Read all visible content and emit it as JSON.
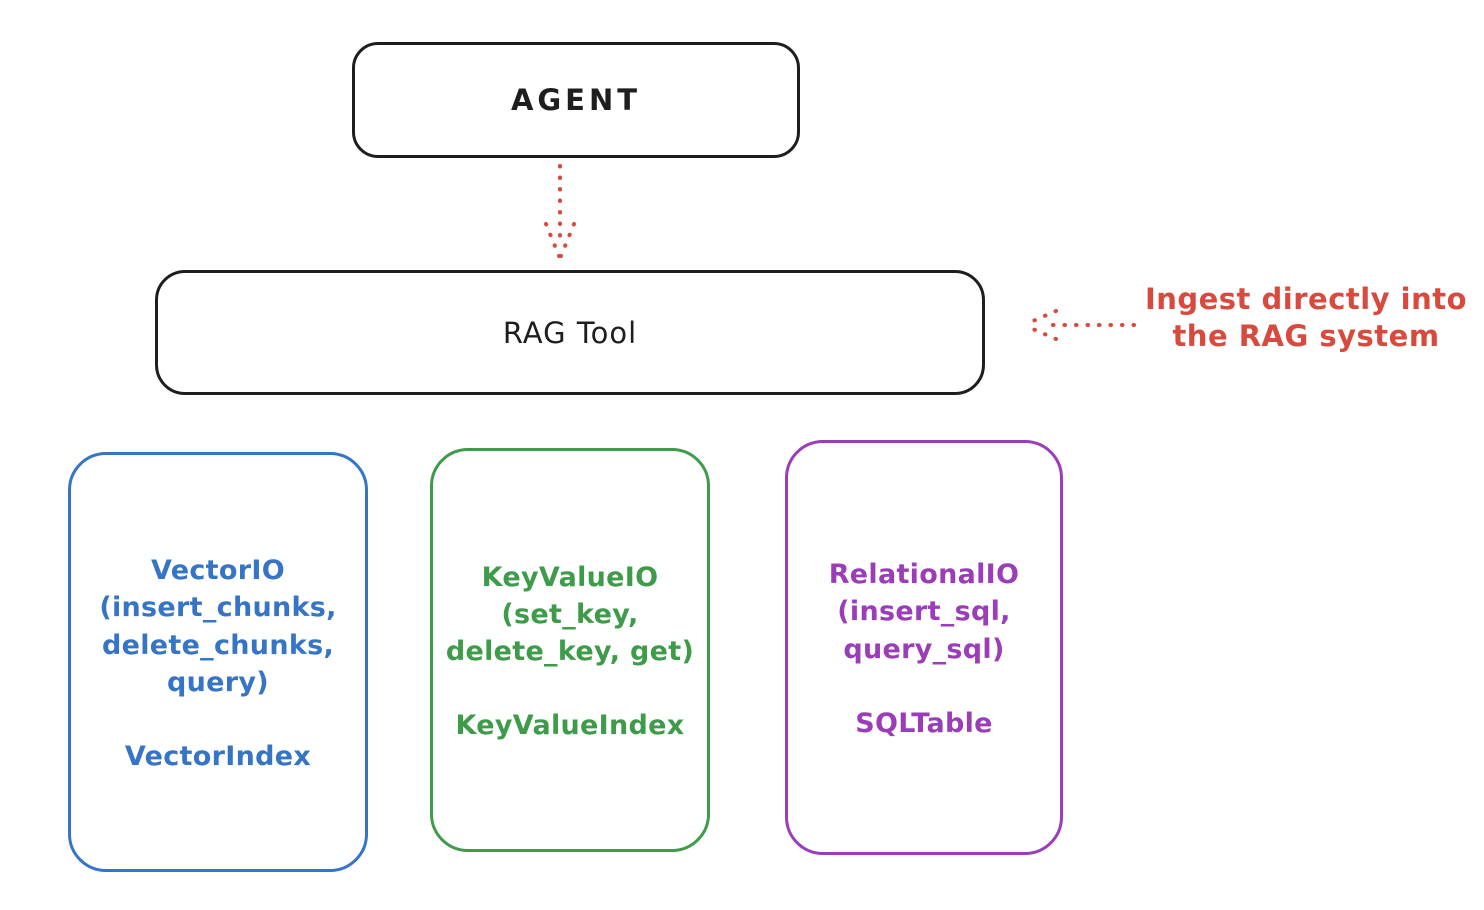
{
  "agent_box": {
    "label": "AGENT",
    "color": "#1e1e1e"
  },
  "rag_tool_box": {
    "label": "RAG Tool",
    "color": "#1e1e1e"
  },
  "ingest_annotation": {
    "line1": "Ingest directly into",
    "line2": "the RAG system",
    "color": "#d84a3e"
  },
  "arrows": {
    "agent_to_rag": {
      "style": "dotted",
      "color": "#d84a3e"
    },
    "annotation_to_rag": {
      "style": "dotted",
      "color": "#d84a3e"
    }
  },
  "backend_boxes": [
    {
      "id": "vector-io",
      "color": "#3674c6",
      "lines": [
        "VectorIO",
        "(insert_chunks,",
        "delete_chunks,",
        "query)"
      ],
      "index_label": "VectorIndex"
    },
    {
      "id": "key-value-io",
      "color": "#3e9b49",
      "lines": [
        "KeyValueIO",
        "(set_key,",
        "delete_key, get)"
      ],
      "index_label": "KeyValueIndex"
    },
    {
      "id": "relational-io",
      "color": "#9b3db8",
      "lines": [
        "RelationalIO",
        "(insert_sql,",
        "query_sql)"
      ],
      "index_label": "SQLTable"
    }
  ]
}
